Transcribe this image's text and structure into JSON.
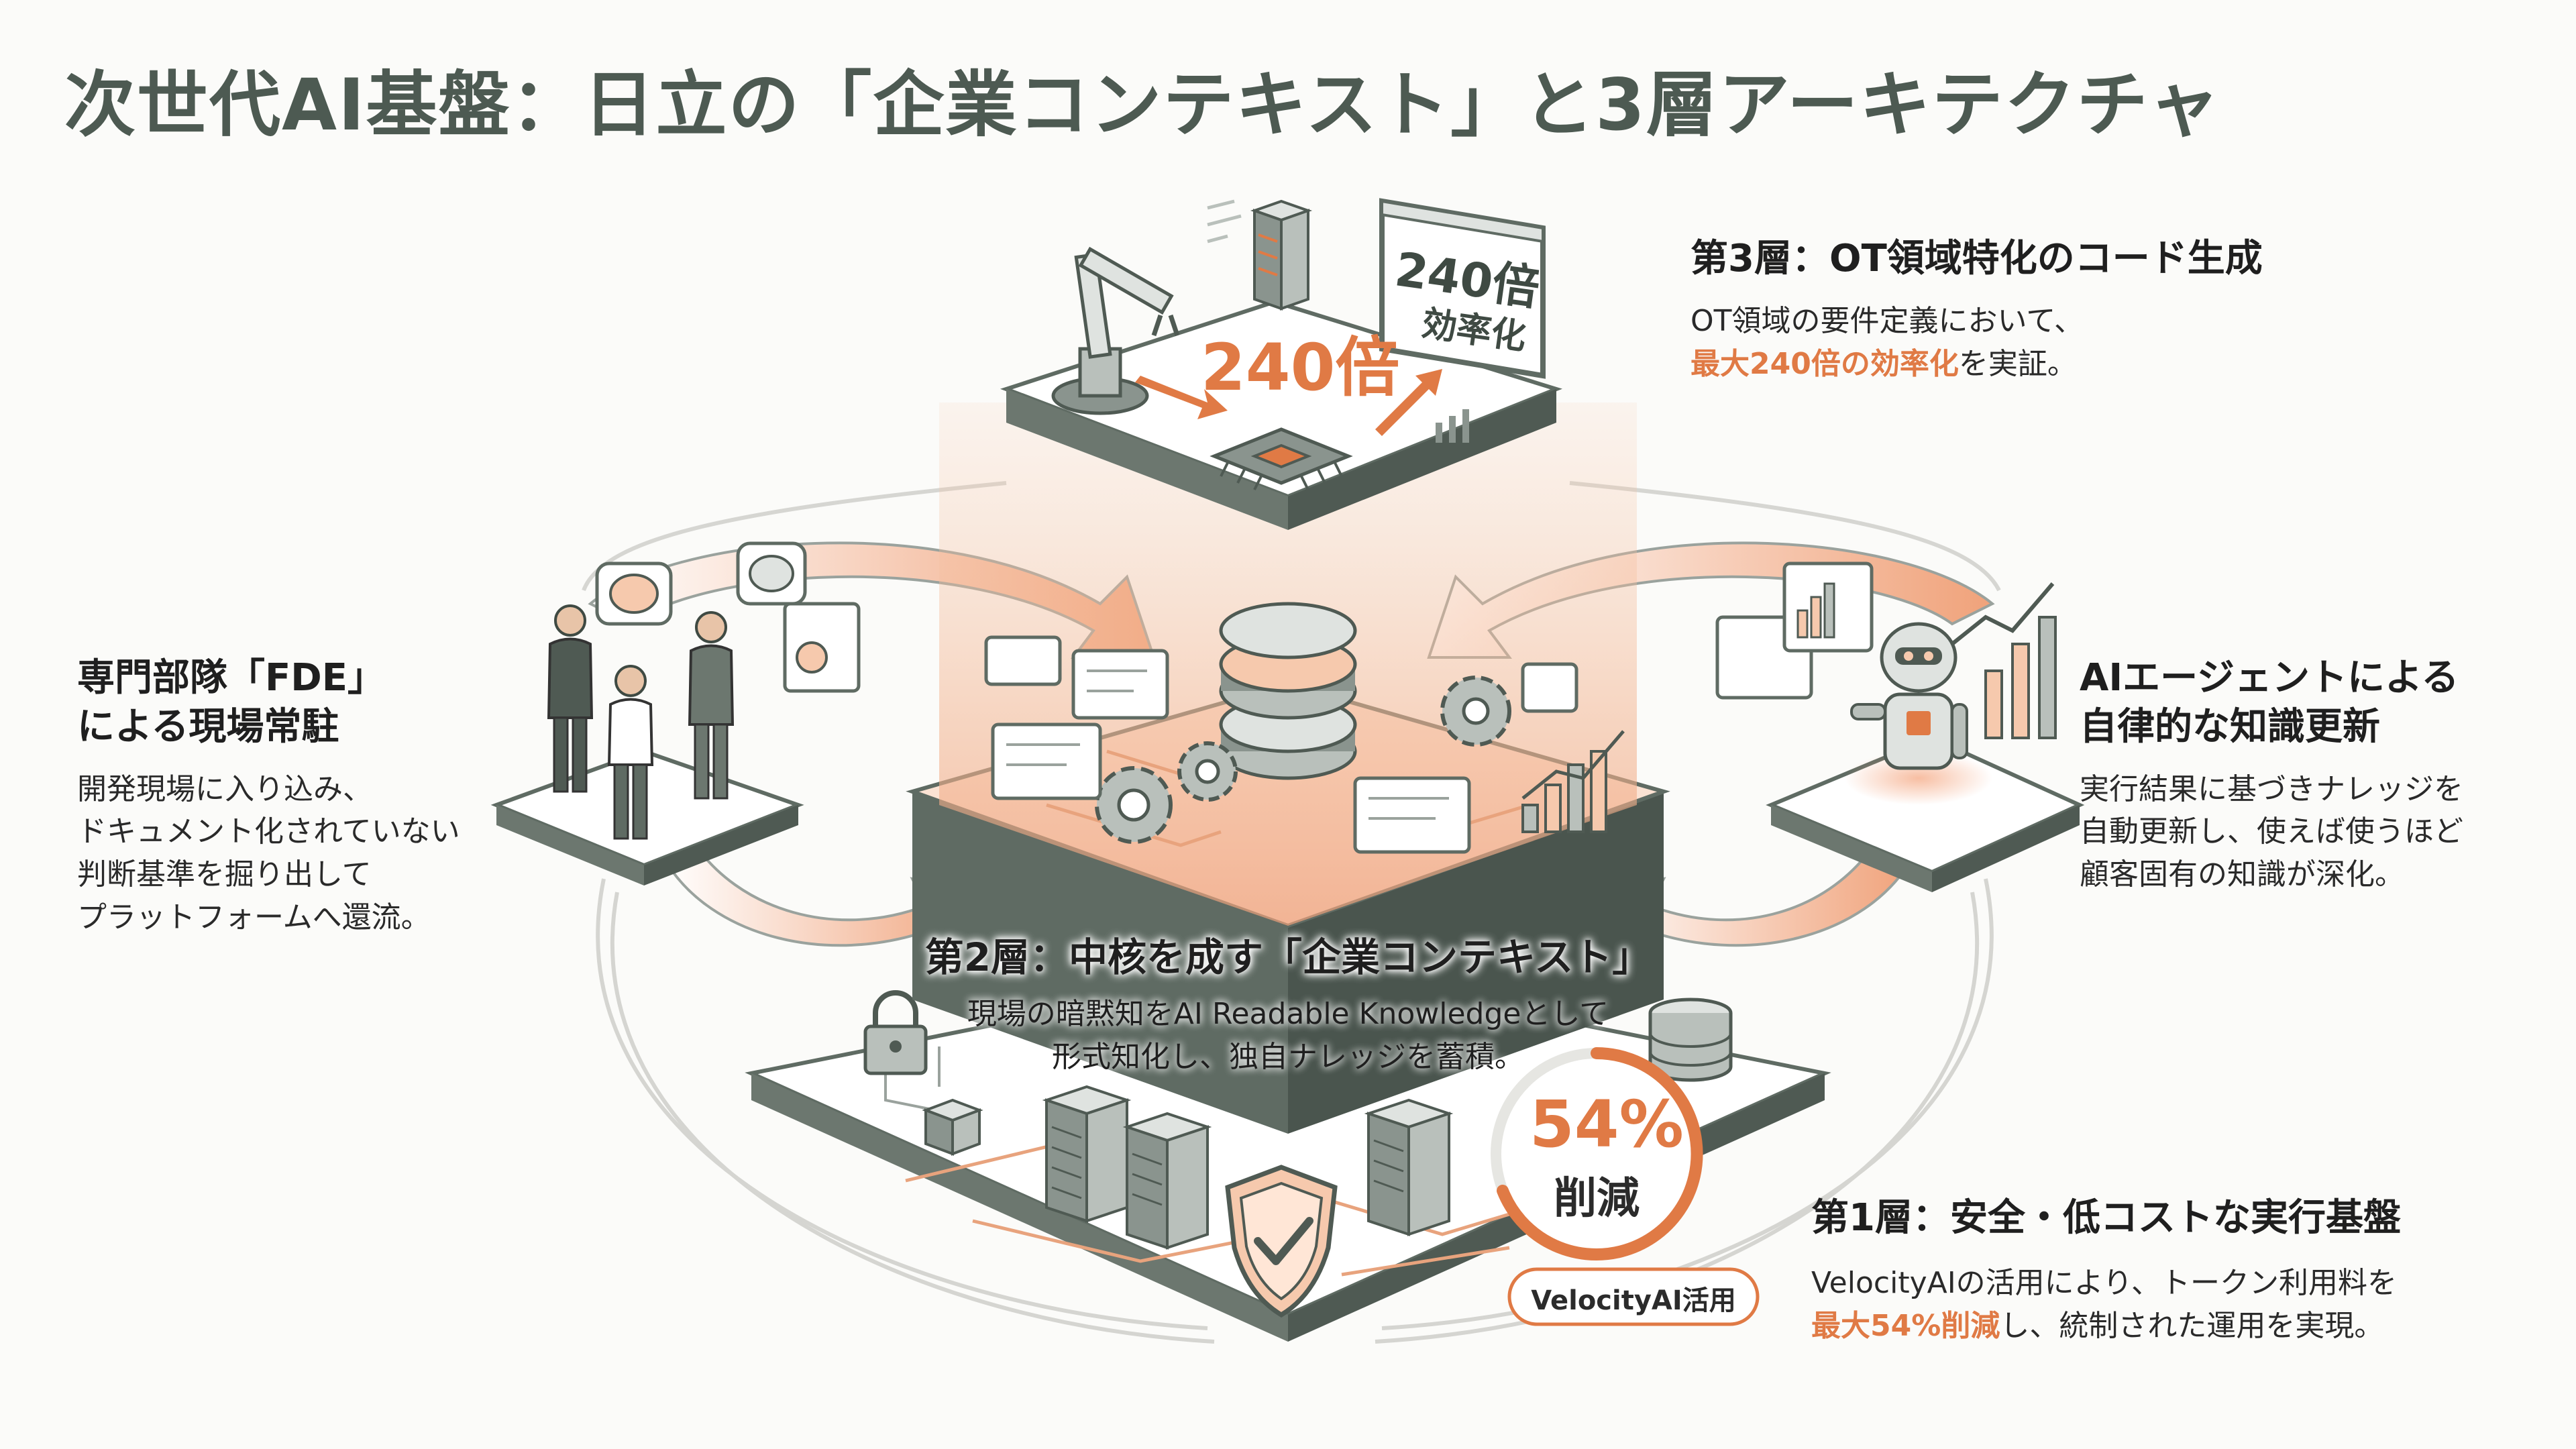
{
  "title": "次世代AI基盤：日立の「企業コンテキスト」と3層アーキテクチャ",
  "layer3": {
    "heading": "第3層：OT領域特化のコード生成",
    "body_line1": "OT領域の要件定義において、",
    "body_highlight": "最大240倍の効率化",
    "body_tail": "を実証。",
    "big_number": "240倍",
    "screen_number": "240倍",
    "screen_caption": "効率化"
  },
  "fde": {
    "heading_line1": "専門部隊「FDE」",
    "heading_line2": "による現場常駐",
    "body_lines": [
      "開発現場に入り込み、",
      "ドキュメント化されていない",
      "判断基準を掘り出して",
      "プラットフォームへ還流。"
    ]
  },
  "ai_agent": {
    "heading_line1": "AIエージェントによる",
    "heading_line2": "自律的な知識更新",
    "body_lines": [
      "実行結果に基づきナレッジを",
      "自動更新し、使えば使うほど",
      "顧客固有の知識が深化。"
    ]
  },
  "layer2": {
    "heading": "第2層：中核を成す「企業コンテキスト」",
    "body_line1": "現場の暗黙知をAI Readable Knowledgeとして",
    "body_line2": "形式知化し、独自ナレッジを蓄積。"
  },
  "layer1": {
    "heading": "第1層：安全・低コストな実行基盤",
    "body_line1": "VelocityAIの活用により、トークン利用料を",
    "body_highlight": "最大54%削減",
    "body_tail": "し、統制された運用を実現。",
    "badge_percent": "54%",
    "badge_caption": "削減",
    "pill_label": "VelocityAI活用"
  },
  "colors": {
    "accent": "#e07a45",
    "accent_light": "#f6c9ad",
    "platform_dark": "#5f6b63",
    "title": "#4d5a52",
    "platform_top": "#ffffff"
  },
  "icons": [
    "robot-arm-icon",
    "server-icon",
    "chip-icon",
    "gear-icon",
    "brain-icon",
    "document-icon",
    "bar-chart-icon",
    "robot-icon",
    "lock-icon",
    "shield-check-icon",
    "database-icon",
    "person-icon",
    "tablet-icon"
  ]
}
